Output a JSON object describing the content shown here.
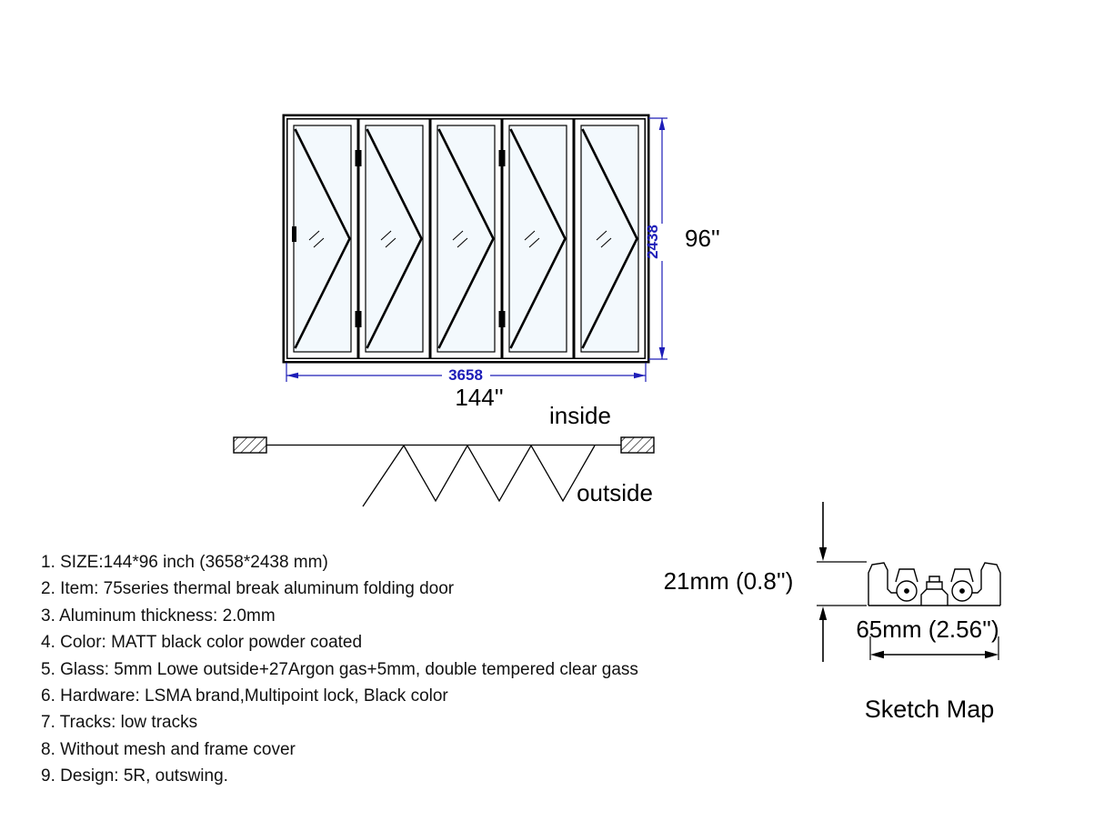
{
  "elevation": {
    "width_mm": "3658",
    "height_mm": "2438",
    "width_in": "144''",
    "height_in": "96''"
  },
  "plan": {
    "inside": "inside",
    "outside": "outside"
  },
  "sketch": {
    "height_label": "21mm (0.8'')",
    "width_label": "65mm (2.56'')",
    "title": "Sketch Map"
  },
  "specs": {
    "items": [
      "1. SIZE:144*96 inch (3658*2438 mm)",
      "2. Item: 75series thermal break aluminum folding door",
      "3. Aluminum thickness: 2.0mm",
      "4. Color: MATT black color powder coated",
      "5. Glass: 5mm Lowe outside+27Argon gas+5mm, double tempered clear gass",
      "6. Hardware: LSMA brand,Multipoint lock, Black color",
      "7. Tracks: low tracks",
      "8. Without mesh and frame cover",
      "9. Design: 5R, outswing."
    ]
  },
  "colors": {
    "dimension_blue": "#1d1db8",
    "line_black": "#000000",
    "glass": "#f3f9fd"
  }
}
